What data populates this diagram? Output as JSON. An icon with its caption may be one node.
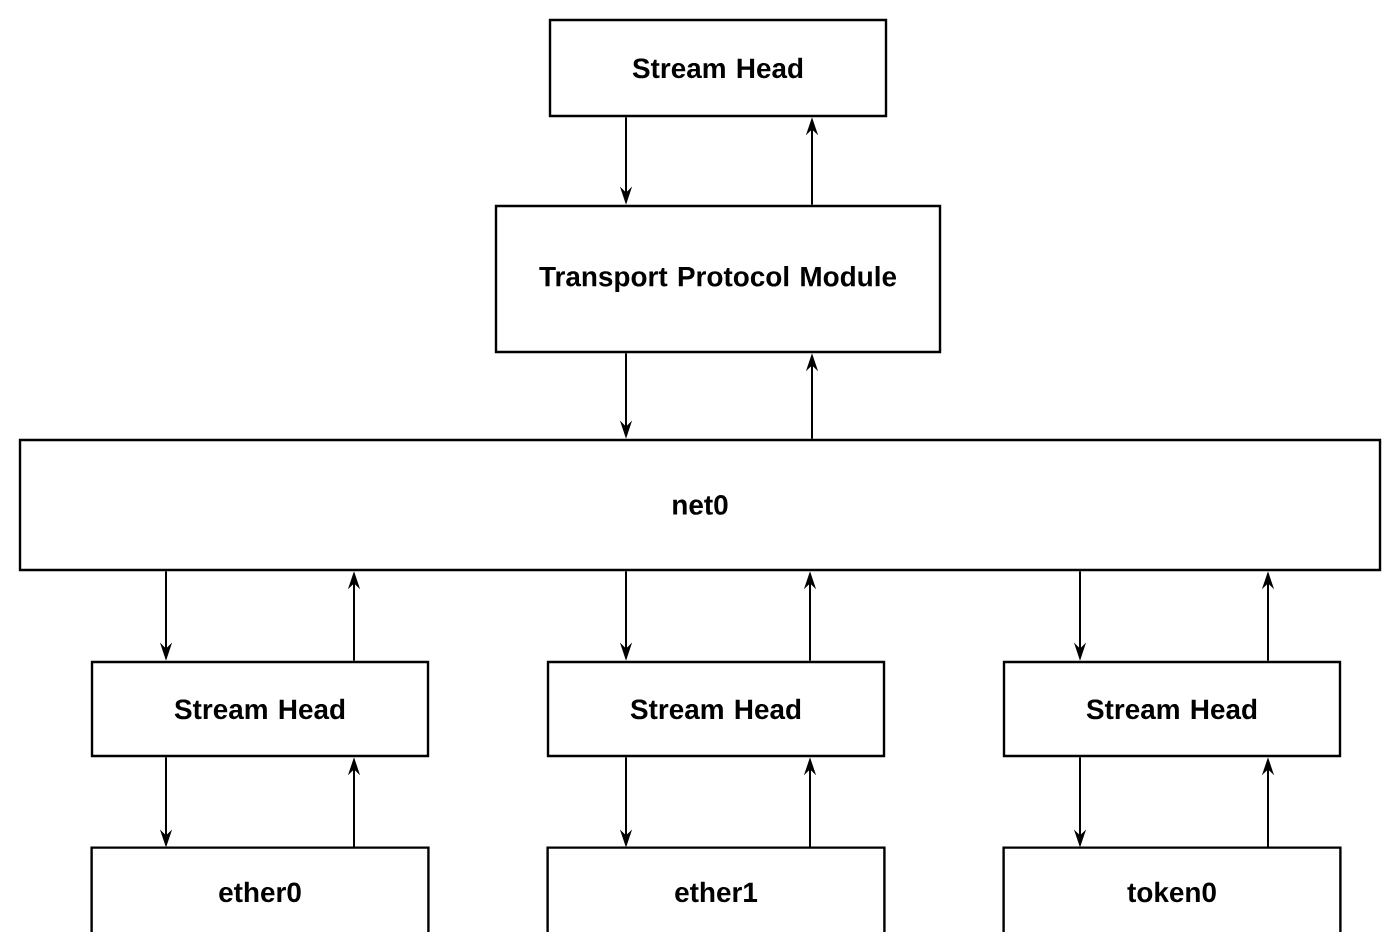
{
  "diagram": {
    "nodes": [
      {
        "text": [
          "Stream Head"
        ]
      },
      {
        "text": [
          "Transport Protocol Module"
        ]
      },
      {
        "text": [
          "net0"
        ]
      },
      {
        "text": [
          "Stream Head"
        ]
      },
      {
        "text": [
          "Stream Head"
        ]
      },
      {
        "text": [
          "Stream Head"
        ]
      },
      {
        "text": [
          "ether0"
        ]
      },
      {
        "text": [
          "ether1"
        ]
      },
      {
        "text": [
          "token0"
        ]
      }
    ],
    "edges": [
      {
        "from": 0,
        "to": 1,
        "arrow": "to"
      },
      {
        "from": 1,
        "to": 0,
        "arrow": "to"
      },
      {
        "from": 1,
        "to": 2,
        "arrow": "to"
      },
      {
        "from": 2,
        "to": 1,
        "arrow": "to"
      },
      {
        "from": 2,
        "to": 3,
        "arrow": "to"
      },
      {
        "from": 3,
        "to": 2,
        "arrow": "to"
      },
      {
        "from": 2,
        "to": 4,
        "arrow": "to"
      },
      {
        "from": 4,
        "to": 2,
        "arrow": "to"
      },
      {
        "from": 2,
        "to": 5,
        "arrow": "to"
      },
      {
        "from": 5,
        "to": 2,
        "arrow": "to"
      },
      {
        "from": 3,
        "to": 6,
        "arrow": "to"
      },
      {
        "from": 6,
        "to": 3,
        "arrow": "to"
      },
      {
        "from": 4,
        "to": 7,
        "arrow": "to"
      },
      {
        "from": 7,
        "to": 4,
        "arrow": "to"
      },
      {
        "from": 5,
        "to": 8,
        "arrow": "to"
      },
      {
        "from": 8,
        "to": 5,
        "arrow": "to"
      }
    ]
  }
}
